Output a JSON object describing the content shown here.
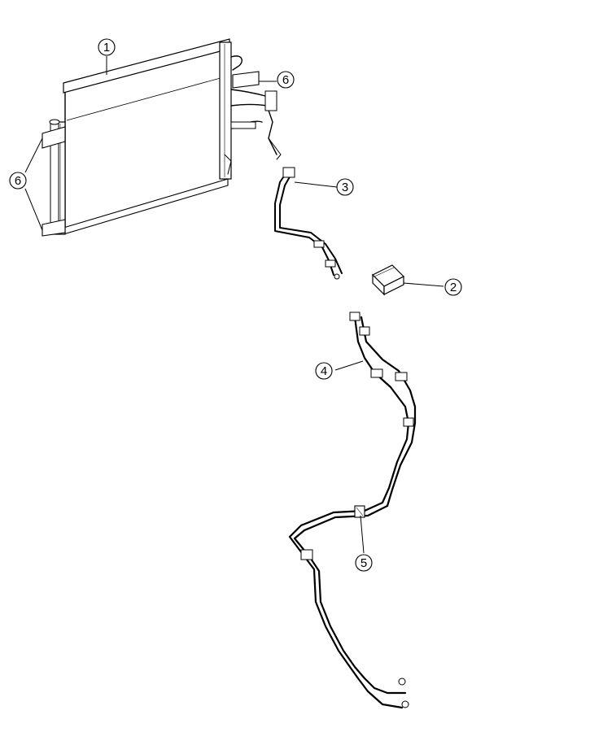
{
  "callouts": [
    {
      "id": "c1",
      "label": "1"
    },
    {
      "id": "c2",
      "label": "2"
    },
    {
      "id": "c3",
      "label": "3"
    },
    {
      "id": "c4",
      "label": "4"
    },
    {
      "id": "c5",
      "label": "5"
    },
    {
      "id": "c6a",
      "label": "6"
    },
    {
      "id": "c6b",
      "label": "6"
    }
  ],
  "parts": [
    {
      "name": "condenser-radiator",
      "callout": "1"
    },
    {
      "name": "small-box-part",
      "callout": "2"
    },
    {
      "name": "ac-line-upper",
      "callout": "3"
    },
    {
      "name": "ac-line-long",
      "callout": "4"
    },
    {
      "name": "line-clip",
      "callout": "5"
    },
    {
      "name": "mounting-bracket",
      "callout": "6"
    }
  ]
}
